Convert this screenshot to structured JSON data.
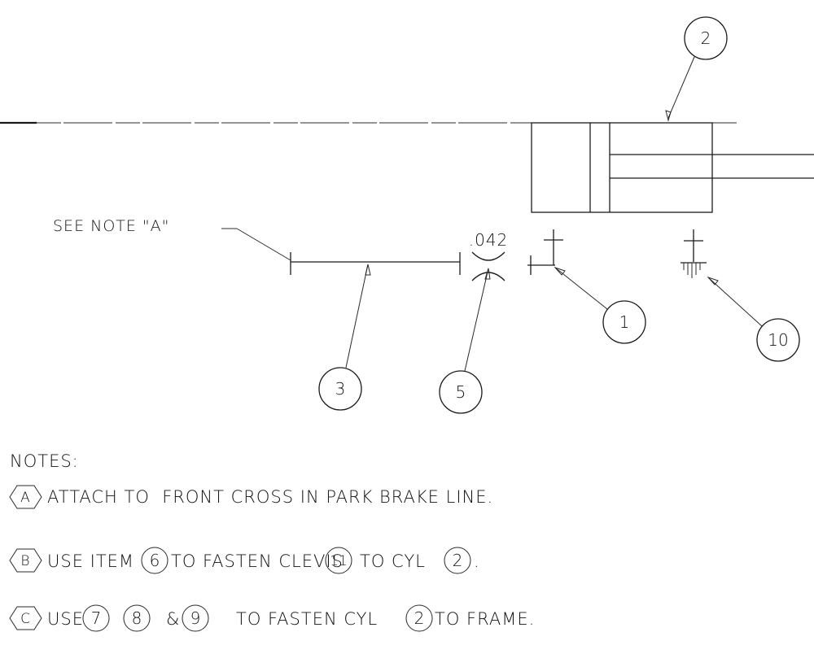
{
  "callouts": {
    "item_2": "2",
    "item_1": "1",
    "item_10": "10",
    "item_3": "3",
    "item_5": "5"
  },
  "labels": {
    "see_note": "SEE NOTE \"A\"",
    "dimension": ".042"
  },
  "notes": {
    "heading": "NOTES:",
    "a": {
      "flag": "A",
      "text": "ATTACH TO  FRONT CROSS IN PARK BRAKE LINE."
    },
    "b": {
      "flag": "B",
      "part1": "USE ITEM",
      "ref1": "6",
      "part2": "TO FASTEN CLEVIS",
      "ref2": "11",
      "part3": "TO CYL",
      "ref3": "2",
      "part4": "."
    },
    "c": {
      "flag": "C",
      "part1": "USE",
      "ref1": "7",
      "ref2": "8",
      "amp": "&",
      "ref3": "9",
      "part2": "TO FASTEN CYL",
      "ref4": "2",
      "part3": "TO FRAME."
    }
  },
  "colors": {
    "line": "#1a1a1a",
    "background": "#ffffff"
  }
}
